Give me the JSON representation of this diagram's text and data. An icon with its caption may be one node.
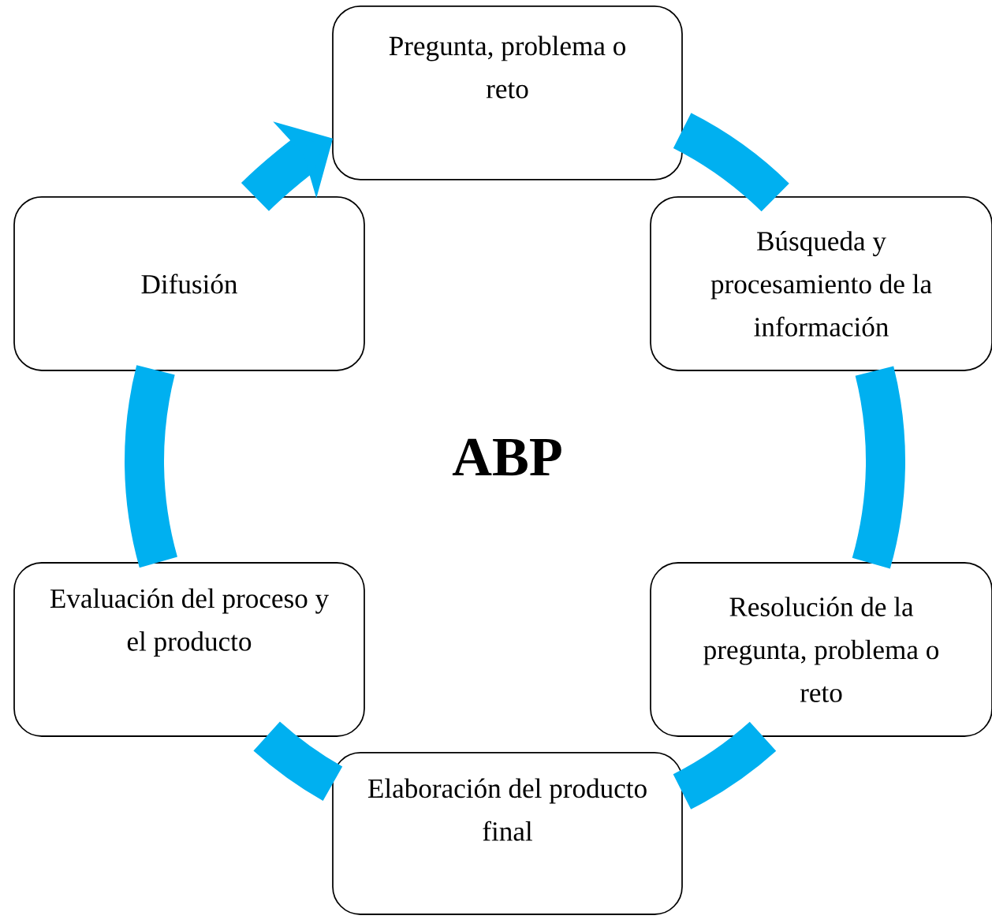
{
  "diagram": {
    "nodes": [
      {
        "text": [
          "Pregunta, problema o reto"
        ]
      },
      {
        "text": [
          "Búsqueda y procesamiento de la información"
        ]
      },
      {
        "text": [
          "Resolución de la pregunta, problema o reto"
        ]
      },
      {
        "text": [
          "Elaboración del producto final"
        ]
      },
      {
        "text": [
          "Evaluación del proceso y el producto"
        ]
      },
      {
        "text": [
          "Difusión"
        ]
      },
      {
        "text": [
          "ABP"
        ]
      }
    ],
    "edges": [
      {
        "from": 0,
        "to": 1,
        "arrow": "none"
      },
      {
        "from": 1,
        "to": 2,
        "arrow": "none"
      },
      {
        "from": 2,
        "to": 3,
        "arrow": "none"
      },
      {
        "from": 3,
        "to": 4,
        "arrow": "none"
      },
      {
        "from": 4,
        "to": 5,
        "arrow": "none"
      },
      {
        "from": 5,
        "to": 0,
        "arrow": "to"
      }
    ]
  }
}
